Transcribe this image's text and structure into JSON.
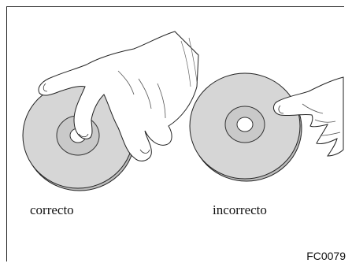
{
  "figure": {
    "captions": {
      "correct": "correcto",
      "incorrect": "incorrecto"
    },
    "figure_code": "FC0079"
  }
}
